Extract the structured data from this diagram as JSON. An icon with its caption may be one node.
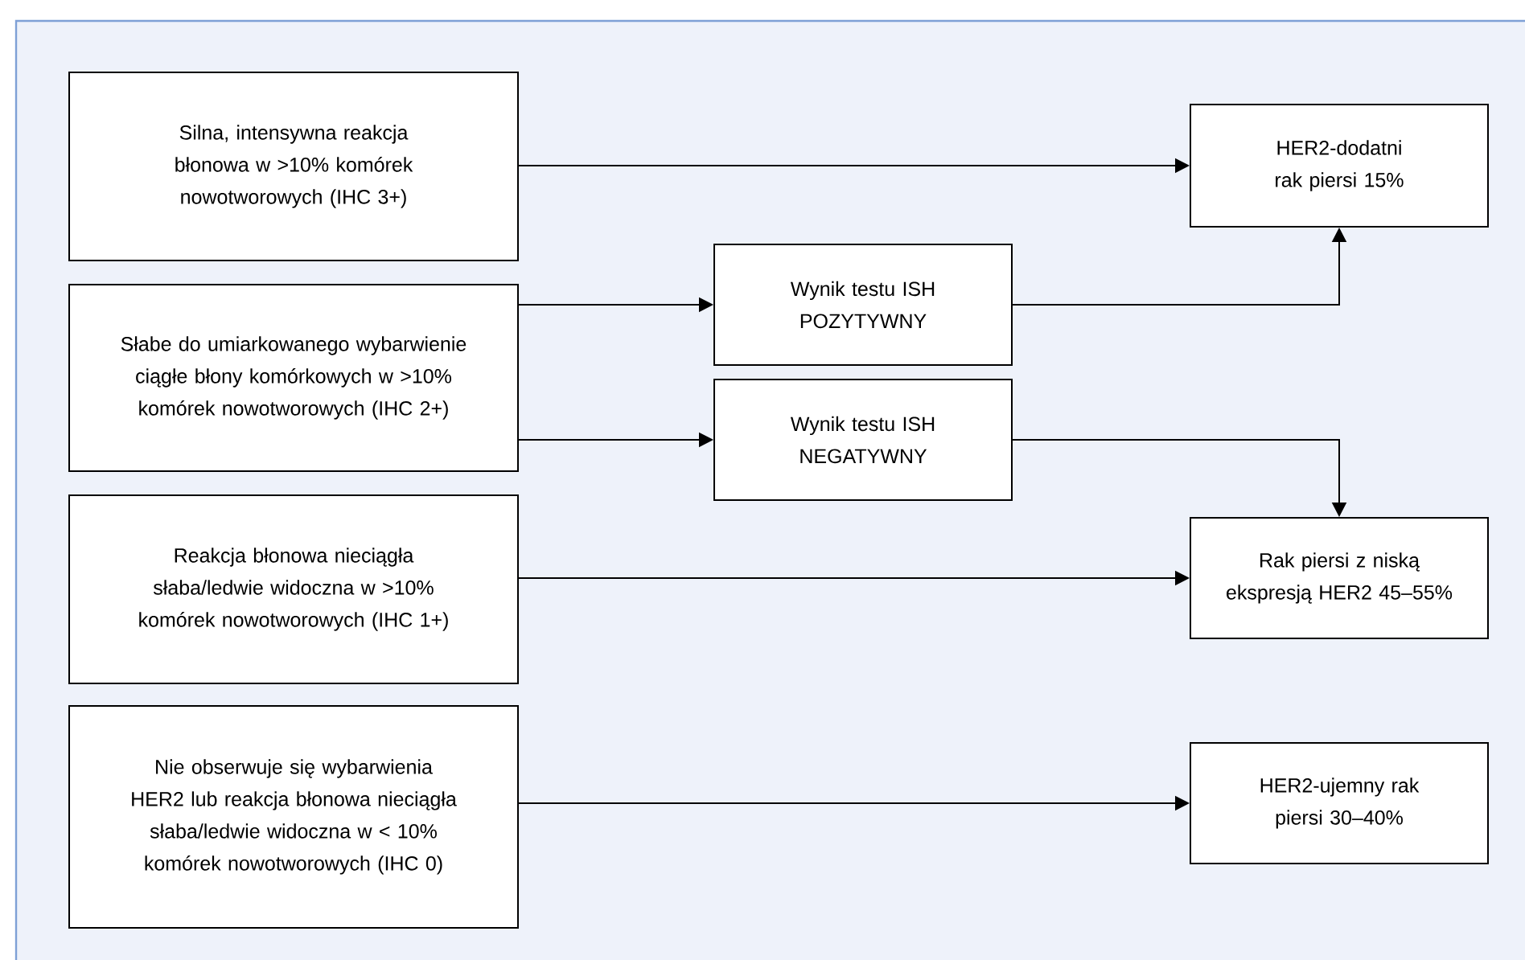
{
  "diagram": {
    "nodes": [
      {
        "text": [
          "Silna, intensywna reakcja błonowa w >10% komórek nowotworowych (IHC 3+)"
        ]
      },
      {
        "text": [
          "Słabe do umiarkowanego wybarwienie ciągłe błony komórkowych w >10% komórek nowotworowych (IHC 2+)"
        ]
      },
      {
        "text": [
          "Reakcja błonowa nieciągła słaba/ledwie widoczna w >10% komórek nowotworowych (IHC 1+)"
        ]
      },
      {
        "text": [
          "Nie obserwuje się wybarwienia HER2 lub reakcja błonowa nieciągła słaba/ledwie widoczna w < 10% komórek nowotworowych (IHC 0)"
        ]
      },
      {
        "text": [
          "Wynik testu ISH POZYTYWNY"
        ]
      },
      {
        "text": [
          "Wynik testu ISH NEGATYWNY"
        ]
      },
      {
        "text": [
          "HER2-dodatni rak piersi 15%"
        ]
      },
      {
        "text": [
          "Rak piersi z niską ekspresją HER2 45–55%"
        ]
      },
      {
        "text": [
          "HER2-ujemny rak piersi 30–40%"
        ]
      }
    ],
    "edges": [
      {
        "from": 0,
        "to": 6,
        "arrow": "to"
      },
      {
        "from": 1,
        "to": 4,
        "arrow": "to"
      },
      {
        "from": 1,
        "to": 5,
        "arrow": "to"
      },
      {
        "from": 4,
        "to": 6,
        "arrow": "to"
      },
      {
        "from": 5,
        "to": 7,
        "arrow": "to"
      },
      {
        "from": 2,
        "to": 7,
        "arrow": "to"
      },
      {
        "from": 3,
        "to": 8,
        "arrow": "to"
      }
    ]
  }
}
